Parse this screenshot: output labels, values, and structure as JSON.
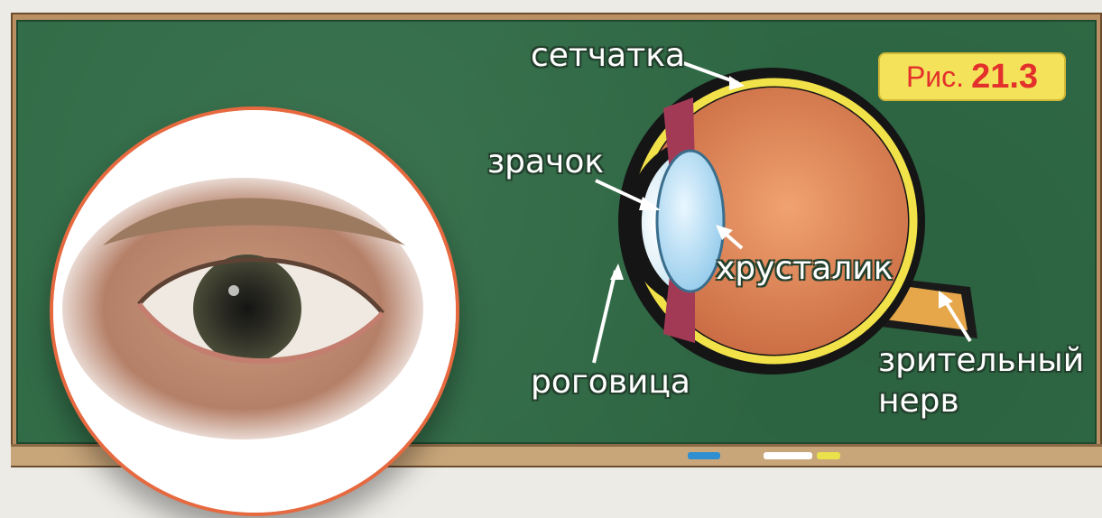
{
  "figure": {
    "prefix": "Рис.",
    "number": "21.3"
  },
  "labels": {
    "retina": "сетчатка",
    "pupil": "зрачок",
    "lens": "хрусталик",
    "cornea": "роговица",
    "optic_nerve_line1": "зрительный",
    "optic_nerve_line2": "нерв"
  },
  "colors": {
    "chalkboard": "#2f6a45",
    "frame": "#b98f63",
    "photo_border": "#e6693f",
    "badge": "#f3e25a",
    "badge_text": "#e3302c",
    "eyeball": "#e08a5a",
    "retina": "#f2e24a",
    "lens": "#bfe3f5",
    "iris": "#a33a55"
  }
}
